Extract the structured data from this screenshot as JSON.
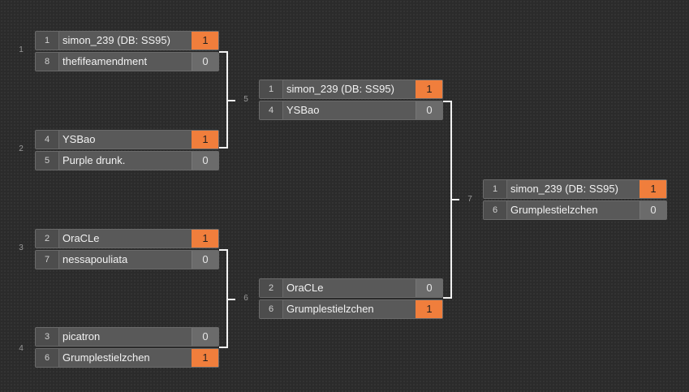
{
  "bracket": {
    "matches": [
      {
        "label": "1",
        "rows": [
          {
            "seed": "1",
            "name": "simon_239 (DB: SS95)",
            "score": "1",
            "winner": true
          },
          {
            "seed": "8",
            "name": "thefifeamendment",
            "score": "0",
            "winner": false
          }
        ]
      },
      {
        "label": "2",
        "rows": [
          {
            "seed": "4",
            "name": "YSBao",
            "score": "1",
            "winner": true
          },
          {
            "seed": "5",
            "name": "Purple drunk.",
            "score": "0",
            "winner": false
          }
        ]
      },
      {
        "label": "3",
        "rows": [
          {
            "seed": "2",
            "name": "OraCLe",
            "score": "1",
            "winner": true
          },
          {
            "seed": "7",
            "name": "nessapouliata",
            "score": "0",
            "winner": false
          }
        ]
      },
      {
        "label": "4",
        "rows": [
          {
            "seed": "3",
            "name": "picatron",
            "score": "0",
            "winner": false
          },
          {
            "seed": "6",
            "name": "Grumplestielzchen",
            "score": "1",
            "winner": true
          }
        ]
      },
      {
        "label": "5",
        "rows": [
          {
            "seed": "1",
            "name": "simon_239 (DB: SS95)",
            "score": "1",
            "winner": true
          },
          {
            "seed": "4",
            "name": "YSBao",
            "score": "0",
            "winner": false
          }
        ]
      },
      {
        "label": "6",
        "rows": [
          {
            "seed": "2",
            "name": "OraCLe",
            "score": "0",
            "winner": false
          },
          {
            "seed": "6",
            "name": "Grumplestielzchen",
            "score": "1",
            "winner": true
          }
        ]
      },
      {
        "label": "7",
        "rows": [
          {
            "seed": "1",
            "name": "simon_239 (DB: SS95)",
            "score": "1",
            "winner": true
          },
          {
            "seed": "6",
            "name": "Grumplestielzchen",
            "score": "0",
            "winner": false
          }
        ]
      }
    ]
  },
  "colors": {
    "background": "#2b2b2b",
    "row_background": "#595959",
    "winner_score": "#f07e3c",
    "connector": "#f2f2f2"
  }
}
